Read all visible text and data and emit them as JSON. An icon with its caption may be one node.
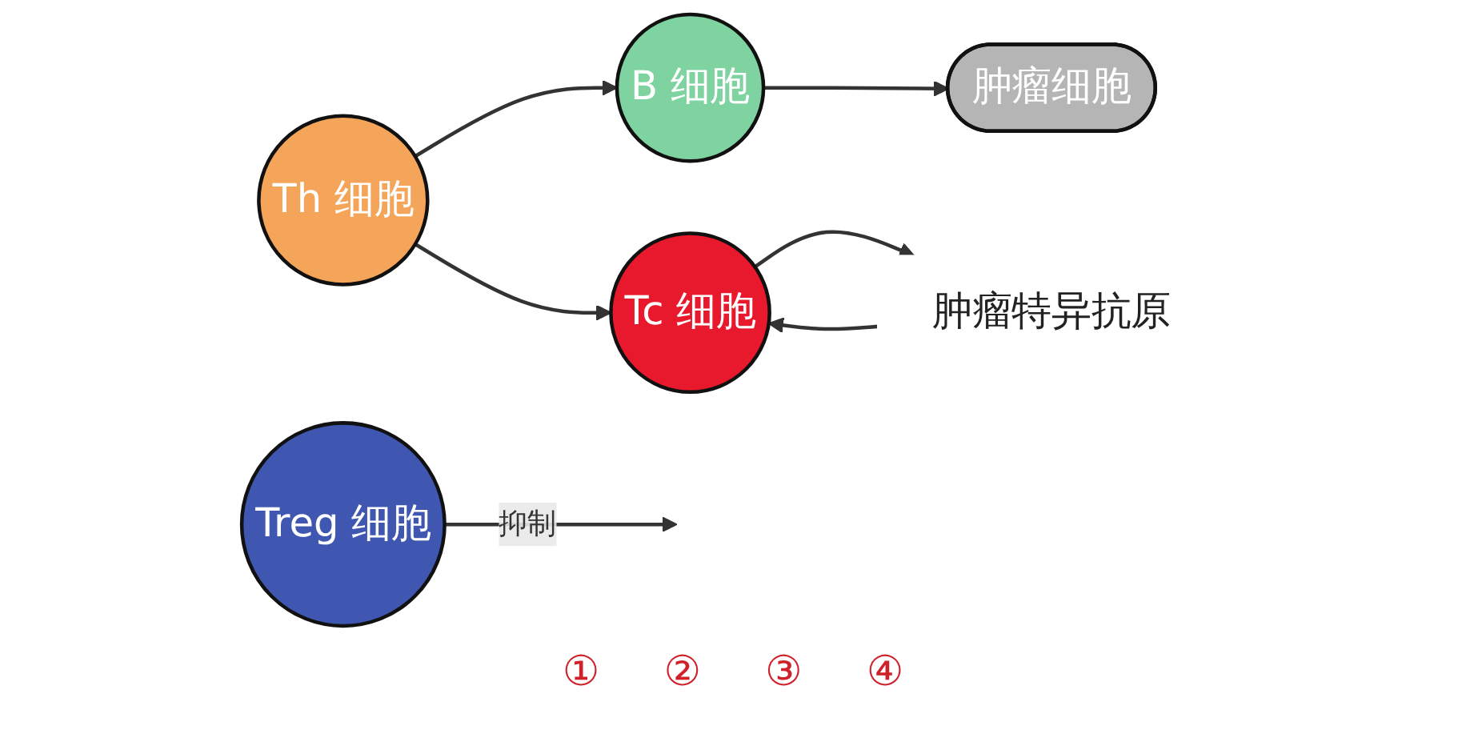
{
  "diagram": {
    "nodes": [
      {
        "text": [
          "肿瘤细胞"
        ]
      },
      {
        "text": [
          "B 细胞"
        ]
      },
      {
        "text": [
          "Th 细胞"
        ]
      },
      {
        "text": [
          "Tc 细胞"
        ]
      },
      {
        "text": [
          "Treg 细胞"
        ]
      },
      {
        "text": [
          "肿瘤特异抗原"
        ]
      }
    ],
    "edges": [
      {
        "from": 1,
        "to": 0,
        "arrow": "to"
      },
      {
        "from": 2,
        "to": 1,
        "arrow": "to"
      },
      {
        "from": 2,
        "to": 3,
        "arrow": "to"
      },
      {
        "from": 3,
        "to": 5,
        "arrow": "to"
      },
      {
        "from": 5,
        "to": 3,
        "arrow": "to"
      },
      {
        "from": 4,
        "to": null,
        "arrow": "to",
        "label": "抑制"
      }
    ],
    "labels": [
      "①",
      "②",
      "③",
      "④"
    ]
  }
}
